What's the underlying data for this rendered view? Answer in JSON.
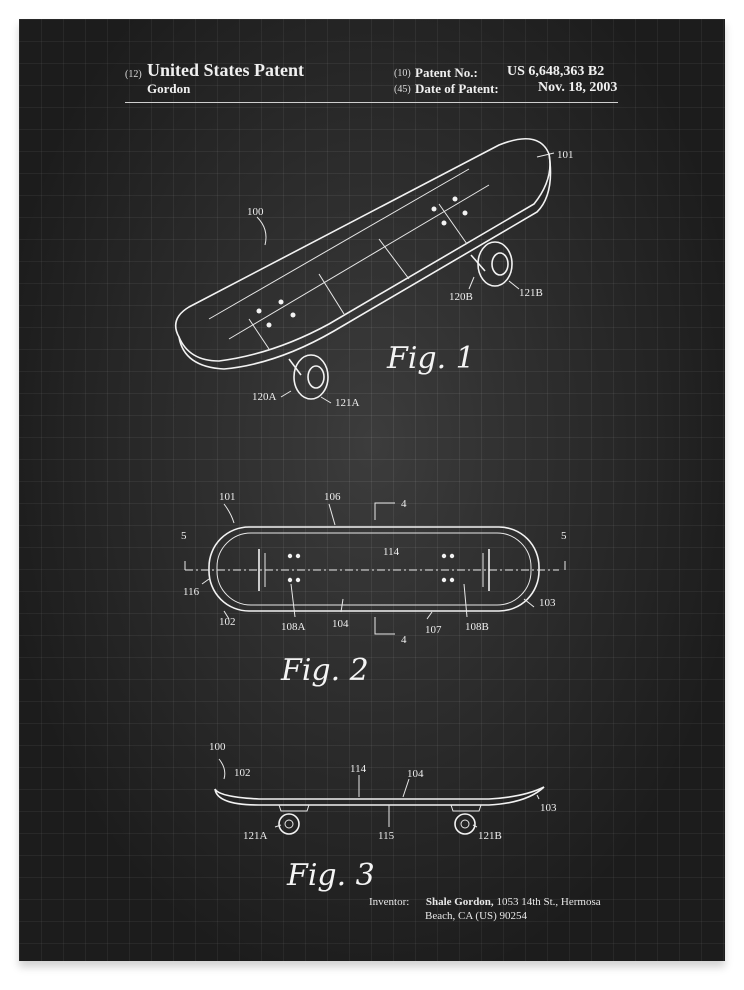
{
  "header": {
    "code_12": "(12)",
    "title": "United States Patent",
    "inventor_surname": "Gordon",
    "code_10": "(10)",
    "patent_no_label": "Patent No.:",
    "patent_no": "US 6,648,363 B2",
    "code_45": "(45)",
    "date_label": "Date of Patent:",
    "date": "Nov. 18, 2003"
  },
  "fig1": {
    "caption": "Fig. 1",
    "labels": {
      "board": "100",
      "deck": "101",
      "truck_back": "120B",
      "wheel_back": "121B",
      "truck_front": "120A",
      "wheel_front": "121A"
    }
  },
  "fig2": {
    "caption": "Fig. 2",
    "labels": {
      "l101": "101",
      "l106": "106",
      "l4a": "4",
      "l5a": "5",
      "l5b": "5",
      "l114": "114",
      "l116": "116",
      "l102": "102",
      "l108A": "108A",
      "l104": "104",
      "l4b": "4",
      "l107": "107",
      "l108B": "108B",
      "l103": "103"
    }
  },
  "fig3": {
    "caption": "Fig. 3",
    "labels": {
      "l100": "100",
      "l102": "102",
      "l114": "114",
      "l104": "104",
      "l103": "103",
      "l121A": "121A",
      "l115": "115",
      "l121B": "121B"
    }
  },
  "inventor": {
    "label": "Inventor:",
    "name": "Shale Gordon,",
    "address_line1": "1053 14th St., Hermosa",
    "address_line2": "Beach, CA (US) 90254"
  },
  "colors": {
    "background": "#262626",
    "grid": "#3a3a3a",
    "ink": "#f2f2f2",
    "frame": "#ffffff"
  }
}
